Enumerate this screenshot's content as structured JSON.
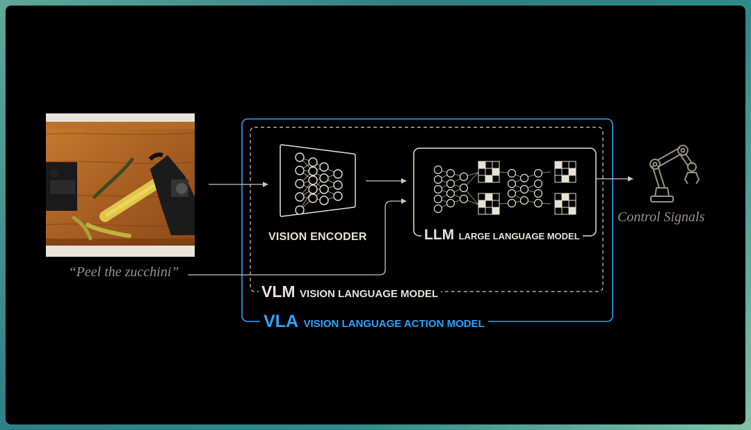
{
  "input": {
    "instruction": "“Peel the zucchini”"
  },
  "components": {
    "vision_encoder": "VISION ENCODER",
    "llm_abbr": "LLM",
    "llm_full": "LARGE LANGUAGE MODEL",
    "vlm_abbr": "VLM",
    "vlm_full": "VISION LANGUAGE MODEL",
    "vla_abbr": "VLA",
    "vla_full": "VISION LANGUAGE ACTION MODEL"
  },
  "output": {
    "label": "Control Signals"
  },
  "colors": {
    "vla_accent": "#2ea3ff",
    "line": "#cfc8b8",
    "label": "#e8e2d4",
    "muted_text": "#9a9284"
  },
  "icons": [
    "neural-network-icon",
    "transformer-icon",
    "robot-arm-icon"
  ]
}
